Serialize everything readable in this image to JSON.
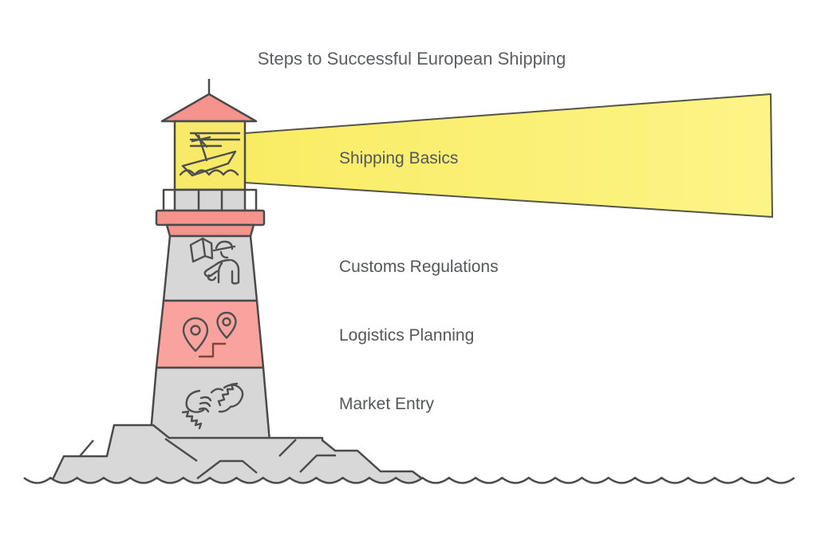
{
  "title": {
    "text": "Steps to Successful European Shipping"
  },
  "diagram": {
    "type": "lighthouse-infographic",
    "scene": [
      "lighthouse",
      "light-beam",
      "rocks",
      "sea-waves"
    ],
    "steps": [
      {
        "label": "Shipping Basics",
        "icon": "sinking-ship-icon",
        "panel": "lantern-room",
        "panel_color": "#F8E968"
      },
      {
        "label": "Customs Regulations",
        "icon": "customs-officer-icon",
        "panel": "tower-top",
        "panel_color": "#D7D7D7"
      },
      {
        "label": "Logistics Planning",
        "icon": "route-pins-icon",
        "panel": "tower-middle",
        "panel_color": "#FAA39E"
      },
      {
        "label": "Market Entry",
        "icon": "handshake-icon",
        "panel": "tower-bottom",
        "panel_color": "#D7D7D7"
      }
    ]
  },
  "colors": {
    "outline": "#4A4A4A",
    "salmon": "#F7938D",
    "pink_band": "#FAA39E",
    "lantern_yellow": "#F8E968",
    "beam_yellow_start": "#F9EC64",
    "beam_yellow_end": "#FCF487",
    "gray_fill": "#D7D7D7",
    "rock_gray": "#D8D8D8",
    "white": "#FFFFFF",
    "title_text": "#5B5E63",
    "label_text": "#54575B",
    "route_line": "#7B4540",
    "background": "#FFFFFF"
  }
}
